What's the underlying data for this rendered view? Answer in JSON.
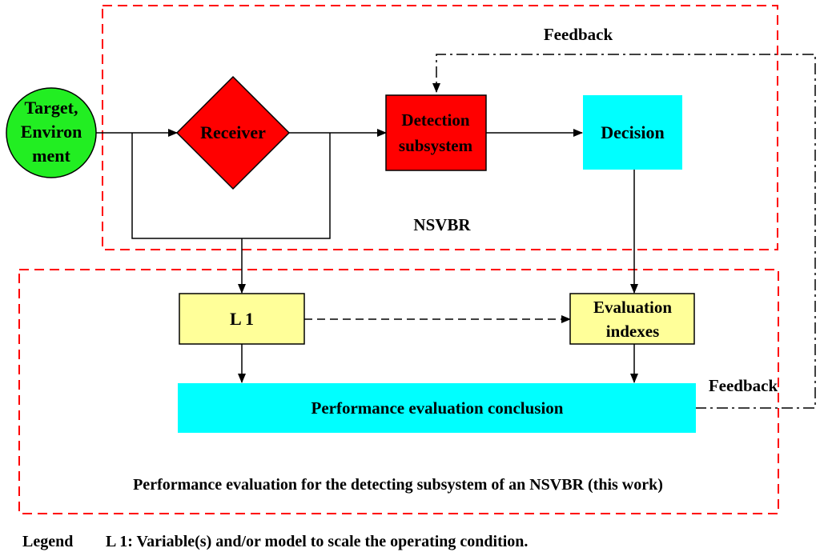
{
  "nodes": {
    "source": {
      "line1": "Target,",
      "line2": "Environ",
      "line3": "ment",
      "color": "#22ee22"
    },
    "receiver": {
      "label": "Receiver",
      "color": "#ff0000"
    },
    "detection": {
      "line1": "Detection",
      "line2": "subsystem",
      "color": "#ff0000"
    },
    "decision": {
      "label": "Decision",
      "color": "#00ffff"
    },
    "l1": {
      "label": "L 1",
      "color": "#ffff99"
    },
    "evaluation": {
      "line1": "Evaluation",
      "line2": "indexes",
      "color": "#ffff99"
    },
    "conclusion": {
      "label": "Performance evaluation conclusion",
      "color": "#00ffff"
    }
  },
  "regions": {
    "nsvbr": {
      "label": "NSVBR",
      "border_color": "#ff0000"
    },
    "work": {
      "label": "Performance evaluation for the detecting subsystem of an NSVBR (this work)",
      "border_color": "#ff0000"
    }
  },
  "feedback": {
    "top_label": "Feedback",
    "side_label": "Feedback"
  },
  "legend": {
    "label": "Legend",
    "text": "L 1: Variable(s) and/or model to scale the operating condition."
  }
}
